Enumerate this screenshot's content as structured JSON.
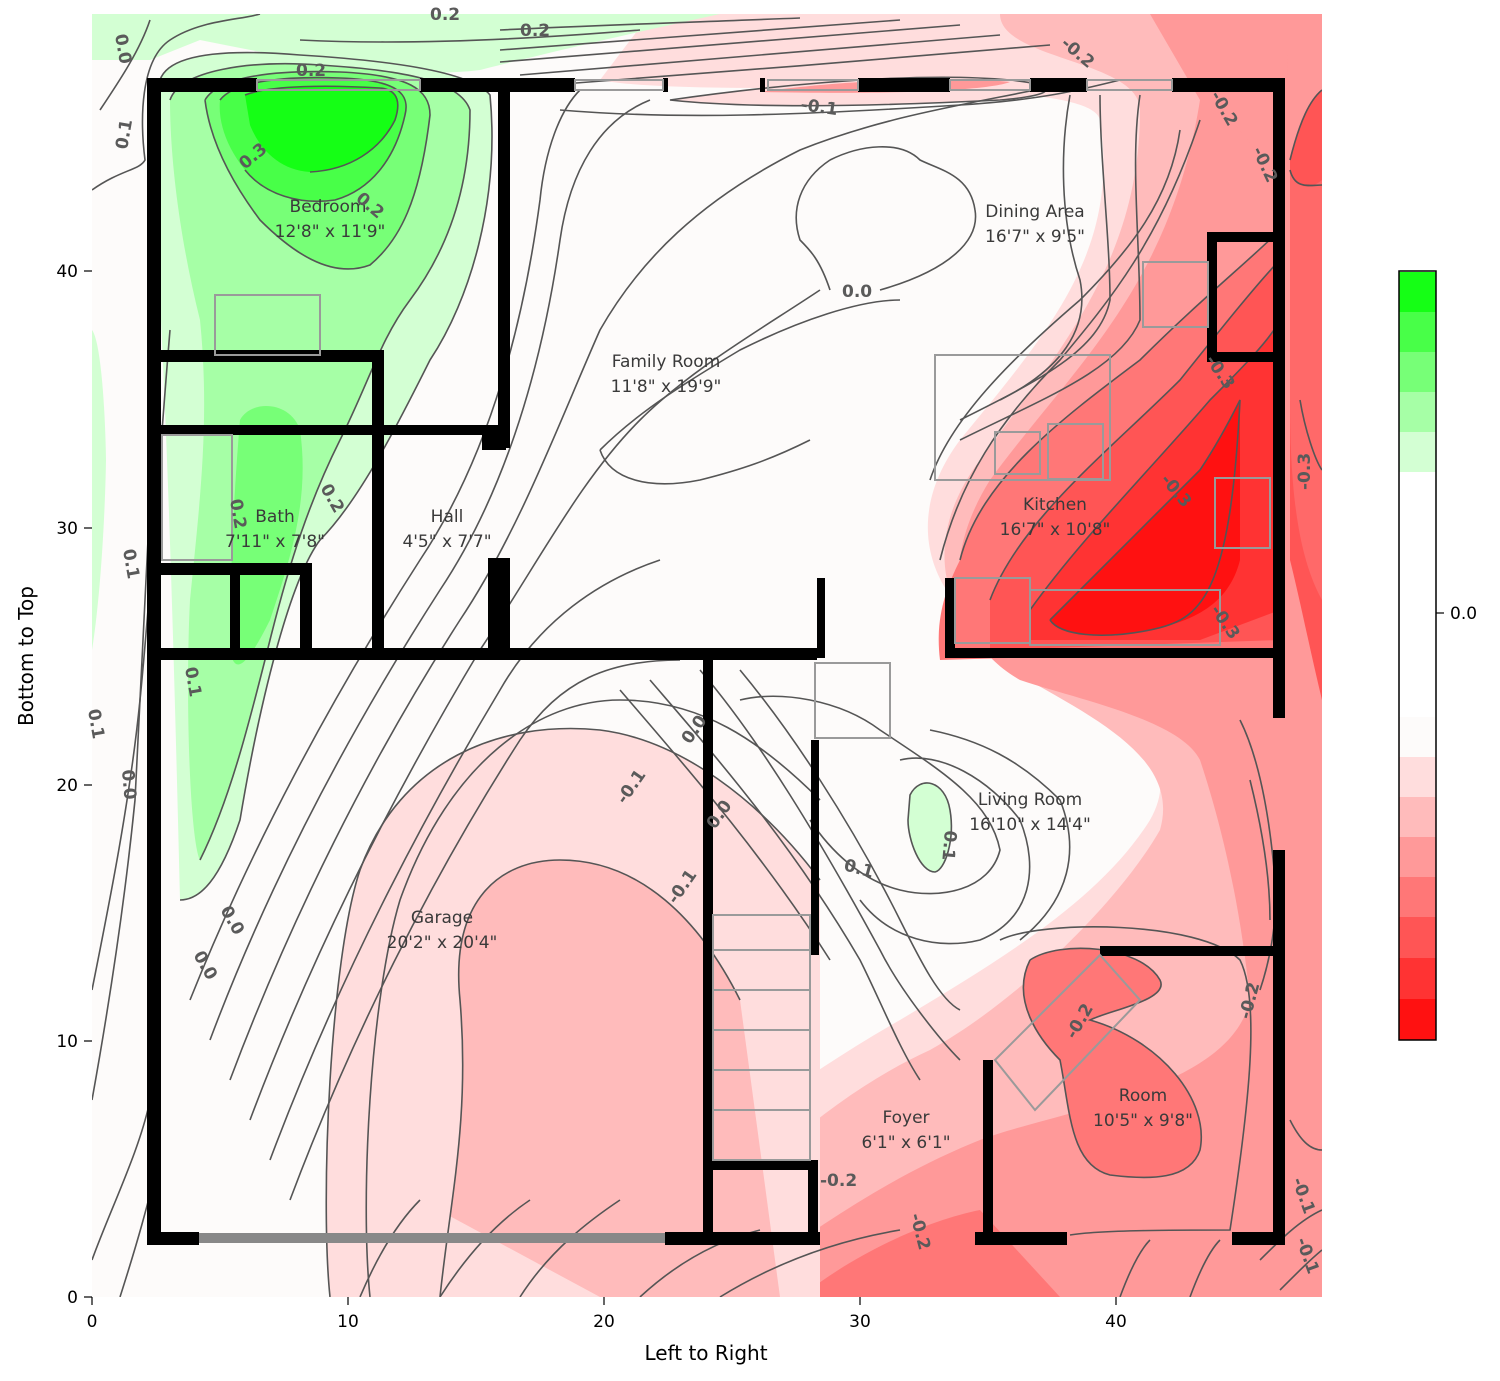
{
  "chart_data": {
    "type": "heatmap",
    "subtype": "filled-contour over floor plan",
    "title": "",
    "xlabel": "Left to Right",
    "ylabel": "Bottom to Top",
    "xlim": [
      0,
      48
    ],
    "ylim": [
      0,
      50
    ],
    "xticks": [
      0,
      10,
      20,
      30,
      40
    ],
    "yticks": [
      0,
      10,
      20,
      30,
      40
    ],
    "grid": false,
    "colorbar": {
      "ticks": [
        0.0
      ],
      "tick_labels": [
        "0.0"
      ],
      "colormap": "red-white-green (diverging)",
      "levels_colors": [
        "#ff1111",
        "#ff3333",
        "#ff5555",
        "#ff7777",
        "#ff9999",
        "#ffbbbb",
        "#ffdddd",
        "#fdfbfa",
        "#ffffff",
        "#ffffff",
        "#d3ffd3",
        "#a6ffa6",
        "#77ff77",
        "#48ff48",
        "#15ff15"
      ]
    },
    "contour_levels": [
      -0.3,
      -0.2,
      -0.1,
      0.0,
      0.1,
      0.2,
      0.3
    ],
    "contour_labels": [
      {
        "text": "0.2",
        "x": 16,
        "y": 50
      },
      {
        "text": "0.2",
        "x": 17.5,
        "y": 49.3
      },
      {
        "text": "0.0",
        "x": 1.0,
        "y": 48.5
      },
      {
        "text": "0.1",
        "x": 1.8,
        "y": 45.5
      },
      {
        "text": "0.2",
        "x": 8.5,
        "y": 47.3
      },
      {
        "text": "0.3",
        "x": 5.5,
        "y": 44.2
      },
      {
        "text": "0.2",
        "x": 10.5,
        "y": 42.5
      },
      {
        "text": "-0.1",
        "x": 28.5,
        "y": 46.5
      },
      {
        "text": "-0.2",
        "x": 38.8,
        "y": 48.5
      },
      {
        "text": "-0.2",
        "x": 43.2,
        "y": 46.5
      },
      {
        "text": "-0.2",
        "x": 45.0,
        "y": 44.0
      },
      {
        "text": "0.0",
        "x": 30.0,
        "y": 39.2
      },
      {
        "text": "-0.3",
        "x": 43.8,
        "y": 36.5
      },
      {
        "text": "-0.3",
        "x": 44.8,
        "y": 31.3
      },
      {
        "text": "-0.3",
        "x": 45.6,
        "y": 25.5
      },
      {
        "text": "-0.3",
        "x": 47.5,
        "y": 32.8
      },
      {
        "text": "0.2",
        "x": 5.6,
        "y": 30.8
      },
      {
        "text": "0.2",
        "x": 9.4,
        "y": 31.4
      },
      {
        "text": "0.1",
        "x": 1.5,
        "y": 28.5
      },
      {
        "text": "0.1",
        "x": 3.9,
        "y": 24.0
      },
      {
        "text": "0.1",
        "x": 0.1,
        "y": 22.3
      },
      {
        "text": "0.0",
        "x": 1.5,
        "y": 20.5
      },
      {
        "text": "-0.1",
        "x": 21.5,
        "y": 19.8
      },
      {
        "text": "0.0",
        "x": 23.8,
        "y": 21.5
      },
      {
        "text": "0.0",
        "x": 24.8,
        "y": 18.8
      },
      {
        "text": "-0.1",
        "x": 23.0,
        "y": 16.0
      },
      {
        "text": "0.1",
        "x": 30.7,
        "y": 16.8
      },
      {
        "text": "0.1",
        "x": 33.8,
        "y": 17.8
      },
      {
        "text": "0.0",
        "x": 5.5,
        "y": 14.3
      },
      {
        "text": "0.0",
        "x": 4.4,
        "y": 12.7
      },
      {
        "text": "-0.2",
        "x": 38.8,
        "y": 11.0
      },
      {
        "text": "-0.2",
        "x": 46.0,
        "y": 11.7
      },
      {
        "text": "-0.2",
        "x": 29.0,
        "y": 4.7
      },
      {
        "text": "-0.2",
        "x": 32.3,
        "y": 2.2
      },
      {
        "text": "-0.1",
        "x": 47.5,
        "y": 4.3
      },
      {
        "text": "-0.1",
        "x": 47.7,
        "y": 1.5
      }
    ],
    "regions": [
      {
        "name": "Bedroom",
        "dims": "12'8\" x 11'9\"",
        "value_approx": 0.3,
        "trend": "strong positive (green)"
      },
      {
        "name": "Bath",
        "dims": "7'11\" x 7'8\"",
        "value_approx": 0.2,
        "trend": "positive (green)"
      },
      {
        "name": "Hall",
        "dims": "4'5\" x 7'7\"",
        "value_approx": 0.05,
        "trend": "neutral"
      },
      {
        "name": "Family Room",
        "dims": "11'8\" x 19'9\"",
        "value_approx": 0.0,
        "trend": "neutral"
      },
      {
        "name": "Dining Area",
        "dims": "16'7\" x 9'5\"",
        "value_approx": -0.05,
        "trend": "neutral to slightly negative"
      },
      {
        "name": "Kitchen",
        "dims": "16'7\" x 10'8\"",
        "value_approx": -0.35,
        "trend": "strong negative (red)"
      },
      {
        "name": "Living Room",
        "dims": "16'10\" x 14'4\"",
        "value_approx": 0.05,
        "trend": "neutral, small positive spot ~0.1"
      },
      {
        "name": "Garage",
        "dims": "20'2\" x 20'4\"",
        "value_approx": -0.1,
        "trend": "slightly negative"
      },
      {
        "name": "Foyer",
        "dims": "6'1\" x 6'1\"",
        "value_approx": -0.2,
        "trend": "negative"
      },
      {
        "name": "Room",
        "dims": "10'5\" x 9'8\"",
        "value_approx": -0.25,
        "trend": "negative"
      }
    ]
  },
  "axes": {
    "xlabel": "Left to Right",
    "ylabel": "Bottom to Top",
    "xtick_labels": [
      "0",
      "10",
      "20",
      "30",
      "40"
    ],
    "ytick_labels": [
      "0",
      "10",
      "20",
      "30",
      "40"
    ]
  },
  "colorbar": {
    "tick_label": "0.0"
  },
  "rooms": {
    "bedroom": {
      "name": "Bedroom",
      "dims": "12'8\" x 11'9\""
    },
    "bath": {
      "name": "Bath",
      "dims": "7'11\" x 7'8\""
    },
    "hall": {
      "name": "Hall",
      "dims": "4'5\" x 7'7\""
    },
    "family": {
      "name": "Family Room",
      "dims": "11'8\" x 19'9\""
    },
    "dining": {
      "name": "Dining Area",
      "dims": "16'7\" x 9'5\""
    },
    "kitchen": {
      "name": "Kitchen",
      "dims": "16'7\" x 10'8\""
    },
    "living": {
      "name": "Living Room",
      "dims": "16'10\" x 14'4\""
    },
    "garage": {
      "name": "Garage",
      "dims": "20'2\" x 20'4\""
    },
    "foyer": {
      "name": "Foyer",
      "dims": "6'1\" x 6'1\""
    },
    "room": {
      "name": "Room",
      "dims": "10'5\" x 9'8\""
    }
  },
  "clabels": {
    "l0": "0.2",
    "l1": "0.2",
    "l2": "0.0",
    "l3": "0.1",
    "l4": "0.2",
    "l5": "0.3",
    "l6": "0.2",
    "l7": "-0.1",
    "l8": "-0.2",
    "l9": "-0.2",
    "l10": "-0.2",
    "l11": "0.0",
    "l12": "-0.3",
    "l13": "-0.3",
    "l14": "-0.3",
    "l15": "-0.3",
    "l16": "0.2",
    "l17": "0.2",
    "l18": "0.1",
    "l19": "0.1",
    "l20": "0.1",
    "l21": "0.0",
    "l22": "-0.1",
    "l23": "0.0",
    "l24": "0.0",
    "l25": "-0.1",
    "l26": "0.1",
    "l27": "0.1",
    "l28": "0.0",
    "l29": "0.0",
    "l30": "-0.2",
    "l31": "-0.2",
    "l32": "-0.2",
    "l33": "-0.2",
    "l34": "-0.1",
    "l35": "-0.1"
  }
}
